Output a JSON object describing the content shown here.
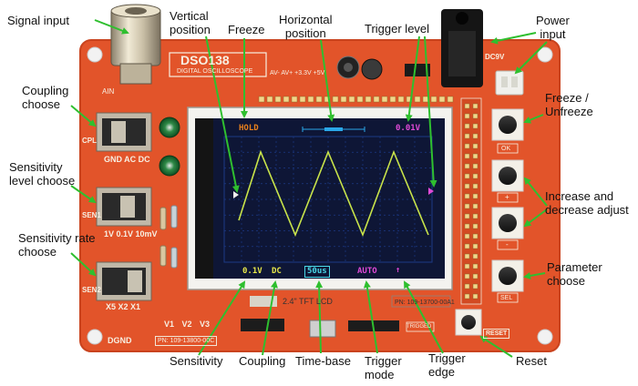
{
  "annotations": {
    "signal_input": "Signal input",
    "vertical_position": "Vertical\nposition",
    "freeze": "Freeze",
    "horizontal_position": "Horizontal\nposition",
    "trigger_level": "Trigger level",
    "power_input": "Power\ninput",
    "coupling_choose": "Coupling\nchoose",
    "freeze_unfreeze": "Freeze /\nUnfreeze",
    "sensitivity_level_choose": "Sensitivity\nlevel choose",
    "increase_decrease_adjust": "Increase and\ndecrease adjust",
    "sensitivity_rate_choose": "Sensitivity rate\nchoose",
    "parameter_choose": "Parameter\nchoose",
    "sensitivity": "Sensitivity",
    "coupling": "Coupling",
    "time_base": "Time-base",
    "trigger_mode": "Trigger\nmode",
    "trigger_edge": "Trigger\nedge",
    "reset": "Reset"
  },
  "screen": {
    "status": "HOLD",
    "trigger_level_value": "0.01V",
    "sensitivity_value": "0.1V",
    "coupling_value": "DC",
    "timebase_value": "50us",
    "trigger_mode_value": "AUTO",
    "trigger_edge_symbol": "↑",
    "colors": {
      "background": "#0e1636",
      "grid": "#1c3a86",
      "trace": "#c8e34a",
      "hold_text": "#e8801c",
      "trigger_text": "#e04ad8",
      "sensitivity_text": "#e8e84a",
      "timebase_text": "#4ad8e8",
      "marker_cyan": "#2aa7e8"
    }
  },
  "board": {
    "model": "DSO138",
    "subtitle": "DIGITAL OSCILLOSCOPE",
    "lcd_label": "2.4\" TFT LCD",
    "lcd_pn": "PN: 109-13700-00A1",
    "board_pn": "PN: 109-13800-00C",
    "power_label": "DC9V",
    "input_label": "AIN",
    "cpl_label": "CPL",
    "sen1_label": "SEN1",
    "sen2_label": "SEN2",
    "coupling_options": "GND AC DC",
    "sen1_options": "1V 0.1V 10mV",
    "sen2_options": "X5 X2 X1",
    "tp_labels": "V1 V2 V3",
    "dgnd_label": "DGND",
    "rails_label": "AV- AV+ +3.3V +5V",
    "button_labels": [
      "OK",
      "+",
      "-",
      "SEL"
    ],
    "reset_label": "RESET",
    "trigged_label": "TRIGGED",
    "colors": {
      "pcb": "#e2542a",
      "pcb_dark": "#c9431e",
      "silk": "#f7efe2",
      "arrow": "#2fbf2f"
    }
  }
}
